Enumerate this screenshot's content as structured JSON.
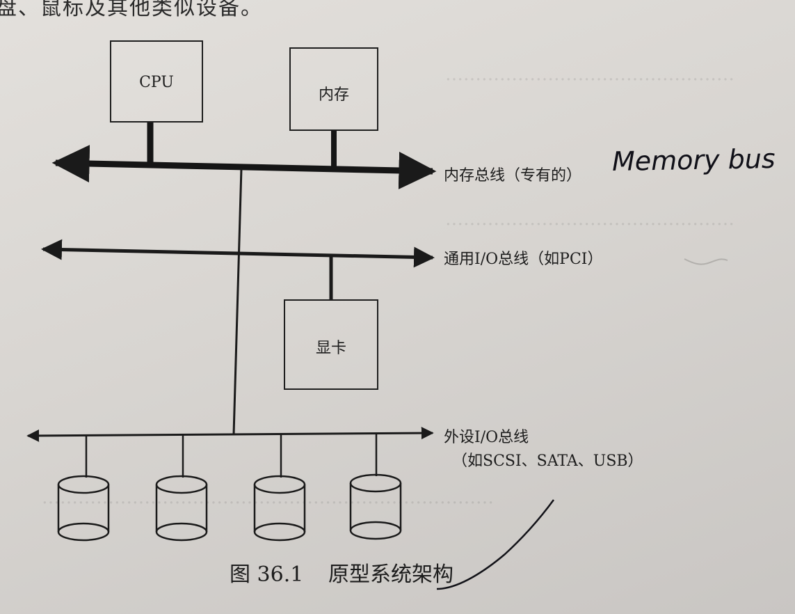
{
  "page_top_text": "盘、鼠标及其他类似设备。",
  "components": {
    "cpu": "CPU",
    "memory": "内存",
    "graphics": "显卡"
  },
  "buses": {
    "memory_bus": "内存总线（专有的）",
    "io_bus": "通用I/O总线（如PCI）",
    "peripheral_bus_line1": "外设I/O总线",
    "peripheral_bus_line2": "（如SCSI、SATA、USB）"
  },
  "handwritten_note": "Memory bus",
  "caption": {
    "number": "图 36.1",
    "title": "原型系统架构"
  },
  "disks": [
    "disk",
    "disk",
    "disk",
    "disk"
  ]
}
